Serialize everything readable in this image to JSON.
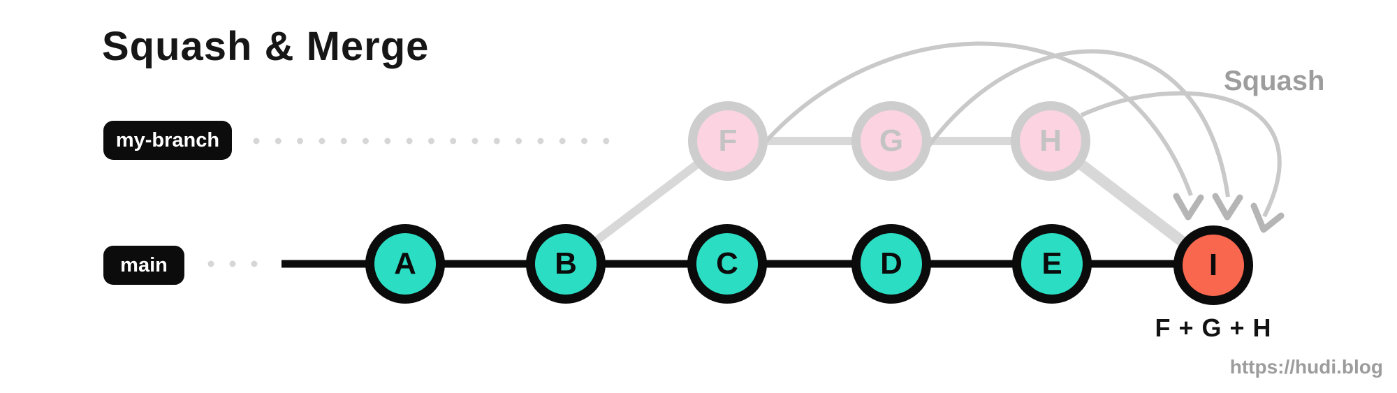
{
  "title": "Squash & Merge",
  "branches": {
    "my_branch": "my-branch",
    "main": "main"
  },
  "commits": {
    "main": [
      "A",
      "B",
      "C",
      "D",
      "E"
    ],
    "merge": "I",
    "my_branch": [
      "F",
      "G",
      "H"
    ]
  },
  "annotations": {
    "squash": "Squash",
    "squashed_commits": "F + G + H",
    "watermark": "https://hudi.blog"
  },
  "colors": {
    "background": "#ffffff",
    "main_commit_fill": "#2bdec3",
    "merge_commit_fill": "#f9674f",
    "faded_commit_fill": "#fbd3e1",
    "faded_commit_border": "#cdcdcd",
    "commit_border": "#0b0b0b",
    "main_line": "#0b0b0b",
    "branch_line": "#d8d8d8",
    "dotted_line": "#d6d6d6",
    "arrow": "#b5b5b5",
    "arc": "#c9c9c9",
    "label_pill_bg": "#0c0c0c",
    "label_pill_text": "#ffffff",
    "gray_text": "#9d9d9d"
  }
}
